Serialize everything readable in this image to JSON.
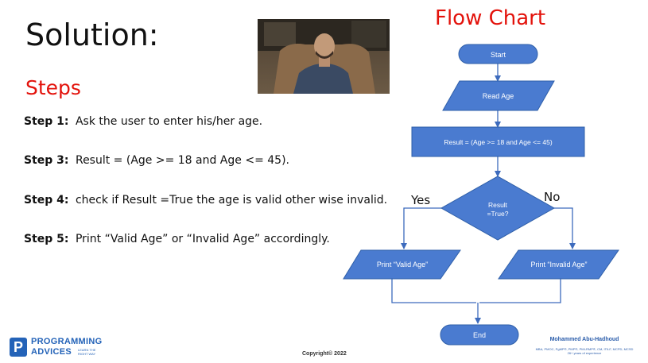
{
  "slide": {
    "title": "Solution:",
    "subtitle": "Steps",
    "steps": [
      {
        "label": "Step 1:",
        "text": "Ask the user to enter his/her age."
      },
      {
        "label": "Step 3:",
        "text": "Result = (Age >= 18 and Age <= 45)."
      },
      {
        "label": "Step 4:",
        "text": "check if Result =True the age is valid other wise invalid."
      },
      {
        "label": "Step 5:",
        "text": "Print “Valid Age” or “Invalid Age” accordingly."
      }
    ],
    "chart_title": "Flow Chart"
  },
  "flowchart": {
    "start": "Start",
    "input": "Read Age",
    "process": "Result = (Age >= 18 and Age <= 45)",
    "decision_line1": "Result",
    "decision_line2": "=True?",
    "yes_label": "Yes",
    "no_label": "No",
    "output_yes": "Print “Valid Age”",
    "output_no": "Print “Invalid Age”",
    "end": "End",
    "colors": {
      "fill": "#4a7bd0",
      "stroke": "#2f5fa8",
      "arrow": "#3d6bbd",
      "text": "#ffffff"
    }
  },
  "footer": {
    "copyright": "Copyright© 2022",
    "author_name": "Mohammed Abu-Hadhoud",
    "author_creds": "MBA, PMOC, PgMP®, PMP®, PMI-RMP®, CM, ITILF, MCPD, MCSD",
    "author_exp": "26+ years of experience",
    "logo_line1": "PROGRAMMING",
    "logo_line2": "ADVICES",
    "logo_tagline": "LEARN THE RIGHT WAY"
  },
  "video": {
    "icon": "webcam-presenter"
  }
}
